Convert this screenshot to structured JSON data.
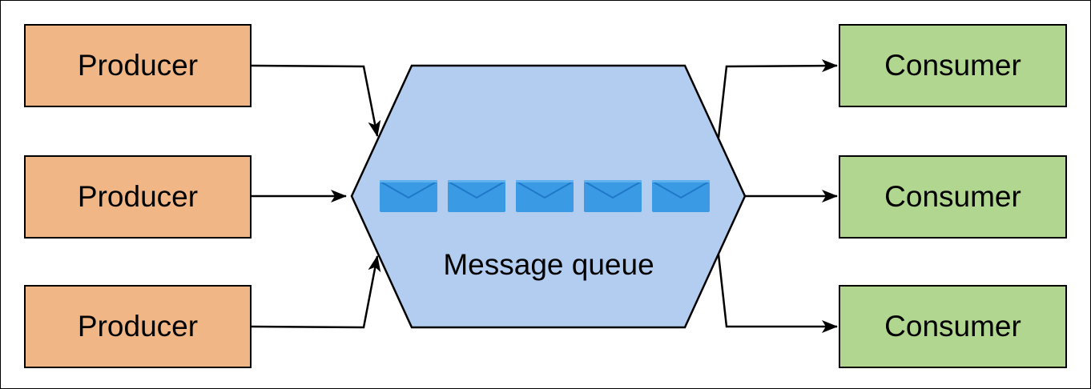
{
  "colors": {
    "producer_fill": "#f0b685",
    "consumer_fill": "#b0d68f",
    "queue_fill": "#b3cdf0",
    "envelope_fill": "#3a9ae4",
    "stroke": "#000000"
  },
  "producers": [
    {
      "label": "Producer"
    },
    {
      "label": "Producer"
    },
    {
      "label": "Producer"
    }
  ],
  "queue": {
    "label": "Message queue",
    "message_count": 5,
    "message_icon": "envelope-icon"
  },
  "consumers": [
    {
      "label": "Consumer"
    },
    {
      "label": "Consumer"
    },
    {
      "label": "Consumer"
    }
  ]
}
